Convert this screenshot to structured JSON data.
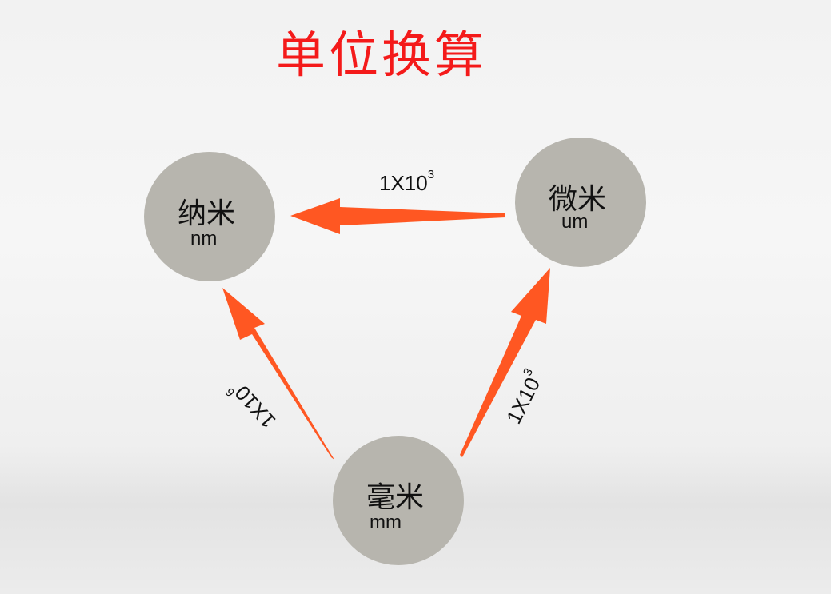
{
  "title": "单位换算",
  "nodes": {
    "nm": {
      "cn": "纳米",
      "en": "nm"
    },
    "um": {
      "cn": "微米",
      "en": "um"
    },
    "mm": {
      "cn": "毫米",
      "en": "mm"
    }
  },
  "edges": {
    "um_to_nm": {
      "base": "1X10",
      "exp": "3"
    },
    "mm_to_nm": {
      "base": "1X10",
      "exp": "6"
    },
    "mm_to_um": {
      "base": "1X10",
      "exp": "3"
    }
  },
  "colors": {
    "title": "#f41a1a",
    "arrow": "#ff5722",
    "node": "#b7b5ae"
  }
}
